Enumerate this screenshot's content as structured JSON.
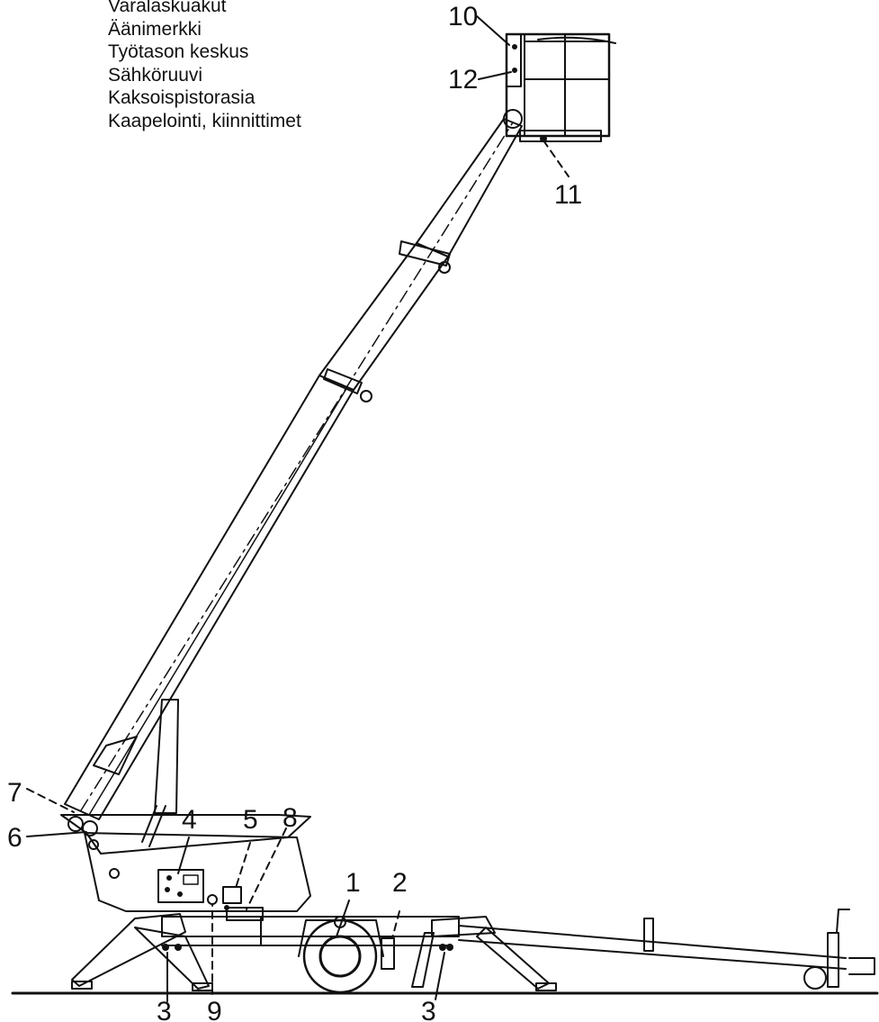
{
  "legend": [
    "Varalaskuakut",
    "Äänimerkki",
    "Työtason keskus",
    "Sähköruuvi",
    "Kaksoispistorasia",
    "Kaapelointi, kiinnittimet"
  ],
  "callouts": {
    "c1": "1",
    "c2": "2",
    "c3a": "3",
    "c3b": "3",
    "c4": "4",
    "c5": "5",
    "c6": "6",
    "c7": "7",
    "c8": "8",
    "c9": "9",
    "c10": "10",
    "c11": "11",
    "c12": "12"
  }
}
